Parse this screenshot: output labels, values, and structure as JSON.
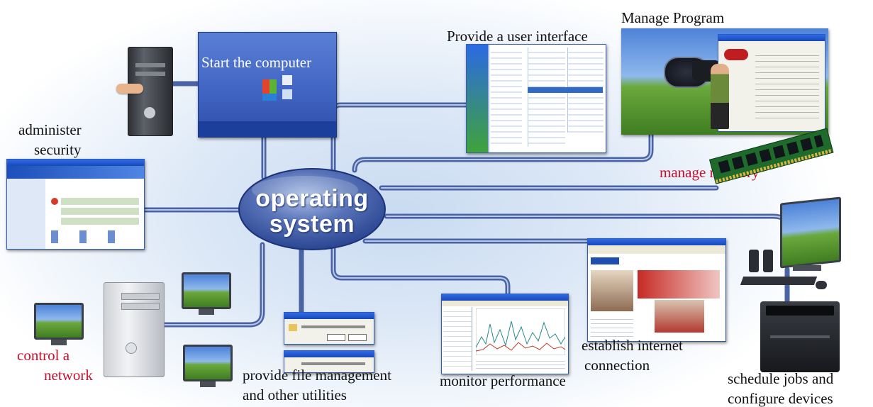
{
  "hub": {
    "line1": "operating",
    "line2": "system"
  },
  "labels": {
    "start_computer": "Start the computer",
    "user_interface": "Provide a user interface",
    "manage_program": "Manage Program",
    "administer": "administer",
    "security": "security",
    "manage_memory": "manage memory",
    "control_a": "control a",
    "network": "network",
    "file_mgmt_1": "provide file management",
    "file_mgmt_2": "and other utilities",
    "monitor_perf": "monitor performance",
    "internet_1": "establish internet",
    "internet_2": "connection",
    "schedule_1": "schedule jobs and",
    "schedule_2": "configure devices"
  },
  "colors": {
    "line": "#4a63a3",
    "line_highlight": "#b9c8e8",
    "hub_dark": "#243f8c",
    "hub_light": "#8fa7d8",
    "red_label": "#c8102e"
  }
}
